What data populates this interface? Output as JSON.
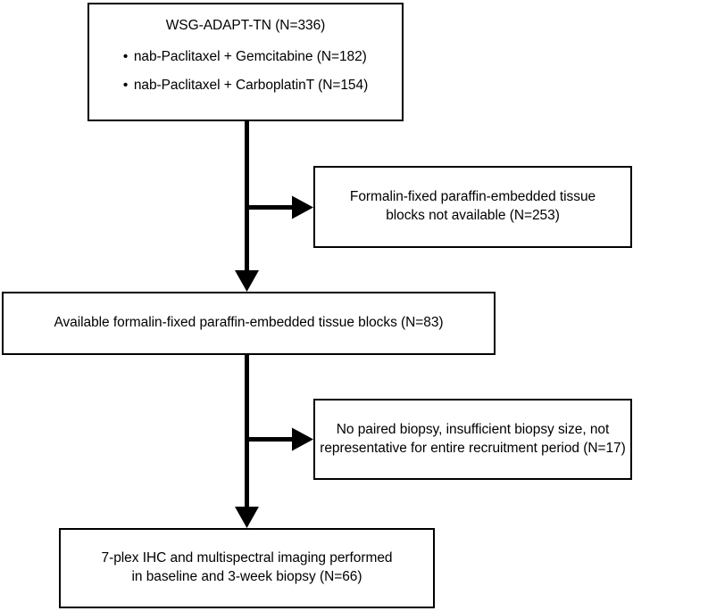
{
  "diagram": {
    "title": "WSG-ADAPT-TN study sample flow diagram",
    "type": "flowchart",
    "line_color": "#000000",
    "background_color": "#ffffff"
  },
  "boxes": {
    "enrollment": {
      "title": "WSG-ADAPT-TN (N=336)",
      "bullets": [
        "nab-Paclitaxel + Gemcitabine (N=182)",
        "nab-Paclitaxel + CarboplatinT (N=154)"
      ],
      "bullet_glyph": "•"
    },
    "exclusion_1": {
      "line_1": "Formalin-fixed paraffin-embedded tissue",
      "line_2": "blocks not available (N=253)"
    },
    "available_blocks": {
      "line_1": "Available formalin-fixed paraffin-embedded tissue blocks (N=83)"
    },
    "exclusion_2": {
      "line_1": "No paired biopsy, insufficient biopsy size, not",
      "line_2": "representative for entire recruitment period (N=17)"
    },
    "analysis": {
      "line_1": "7-plex IHC and multispectral imaging performed",
      "line_2": "in baseline and 3-week biopsy (N=66)"
    }
  },
  "connectors": [
    {
      "name": "enrollment-to-exclusion-1",
      "direction": "right",
      "from": "enrollment",
      "to": "exclusion_1"
    },
    {
      "name": "enrollment-to-available-blocks",
      "direction": "down",
      "from": "enrollment",
      "to": "available_blocks"
    },
    {
      "name": "available-blocks-to-exclusion-2",
      "direction": "right",
      "from": "available_blocks",
      "to": "exclusion_2"
    },
    {
      "name": "available-blocks-to-analysis",
      "direction": "down",
      "from": "available_blocks",
      "to": "analysis"
    }
  ]
}
